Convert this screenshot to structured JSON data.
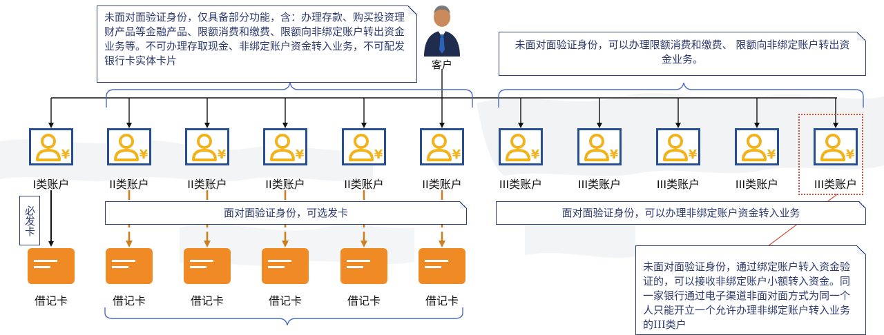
{
  "customer": {
    "label": "客户"
  },
  "notes": {
    "class2_top": "未面对面验证身份，仅具备部分功能，含：办理存款、购买投资理财产品等金融产品、限额消费和缴费、限额向非绑定账户转出资金业务等。不可办理存取现金、非绑定账户资金转入业务，不可配发银行卡实体卡片",
    "class3_top": "未面对面验证身份，可以办理限额消费和缴费、 限额向非绑定账户转出资金业务。",
    "class2_band": "面对面验证身份，可选发卡",
    "class3_band": "面对面验证身份，可以办理非绑定账户资金转入业务",
    "class3_bottom": "未面对面验证身份，通过绑定账户转入资金验证的，可以接收非绑定账户小额转入资金。同一家银行通过电子渠道非面对面方式为同一个人只能开立一个允许办理非绑定账户转入业务的III类户",
    "must_card": "必发卡"
  },
  "accounts": [
    {
      "label": "I类账户"
    },
    {
      "label": "II类账户"
    },
    {
      "label": "II类账户"
    },
    {
      "label": "II类账户"
    },
    {
      "label": "II类账户"
    },
    {
      "label": "II类账户"
    },
    {
      "label": "III类账户"
    },
    {
      "label": "III类账户"
    },
    {
      "label": "III类账户"
    },
    {
      "label": "III类账户"
    },
    {
      "label": "III类账户"
    }
  ],
  "cards": [
    {
      "label": "借记卡"
    },
    {
      "label": "借记卡"
    },
    {
      "label": "借记卡"
    },
    {
      "label": "借记卡"
    },
    {
      "label": "借记卡"
    },
    {
      "label": "借记卡"
    }
  ],
  "colors": {
    "frame": "#254f92",
    "person": "#f2b21b",
    "card": "#f08a24",
    "orange_arrow": "#cc7f1f",
    "black_arrow": "#111111",
    "brace": "#4a6cc7",
    "note_text": "#2d3a6e",
    "highlight": "#d24e3b"
  },
  "icons": {
    "account": "person-yen-icon",
    "card": "bank-card-icon",
    "customer": "businessman-icon"
  }
}
